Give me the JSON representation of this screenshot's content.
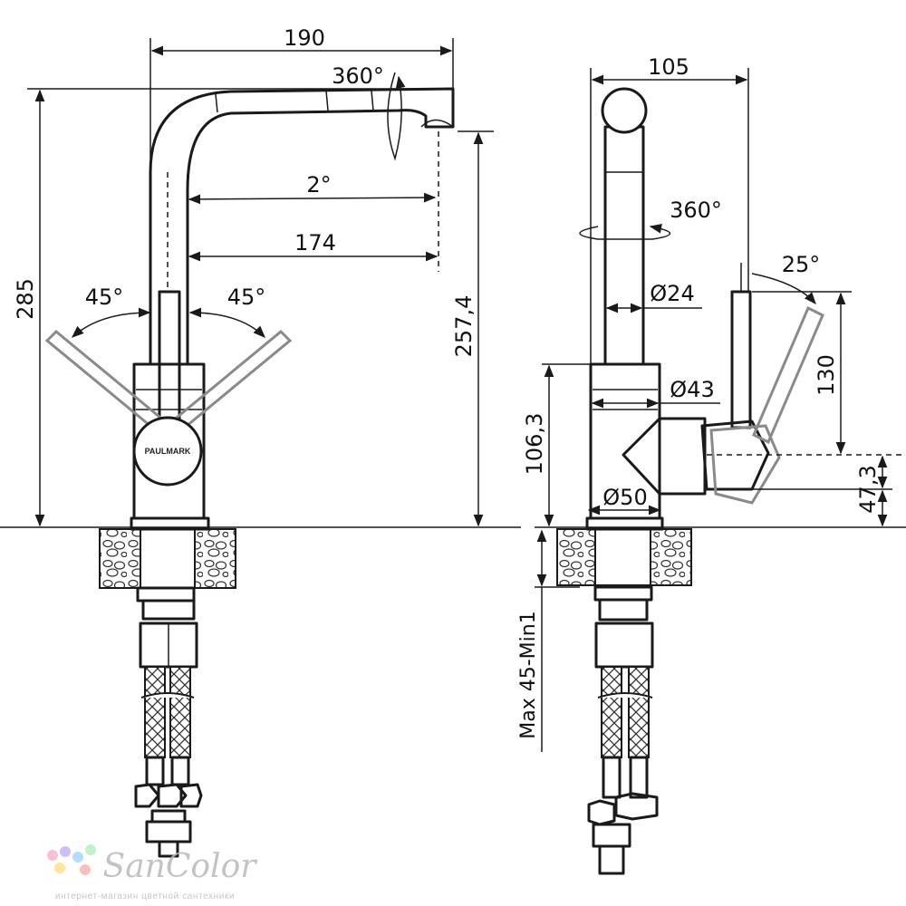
{
  "front_view": {
    "dimensions": {
      "width_total": "190",
      "height_total": "285",
      "spout_height": "257,4",
      "reach": "174",
      "tilt": "2°",
      "swivel": "360°",
      "lever_left": "45°",
      "lever_right": "45°"
    },
    "brand": "PAULMARK"
  },
  "side_view": {
    "dimensions": {
      "depth": "105",
      "swivel": "360°",
      "spout_diameter": "Ø24",
      "lever_angle": "25°",
      "lever_height": "130",
      "body_diameter": "Ø43",
      "base_diameter": "Ø50",
      "body_height": "106,3",
      "lever_axis_height": "47,3",
      "mount_thickness": "Max 45-Min1"
    }
  },
  "watermark": {
    "name": "SanColor",
    "tagline": "интернет-магазин цветной сантехники",
    "colors": [
      "#f7b6d2",
      "#c7b3ff",
      "#a6d8ff",
      "#b6f0c2",
      "#ffe08a",
      "#ffb3b3"
    ]
  }
}
